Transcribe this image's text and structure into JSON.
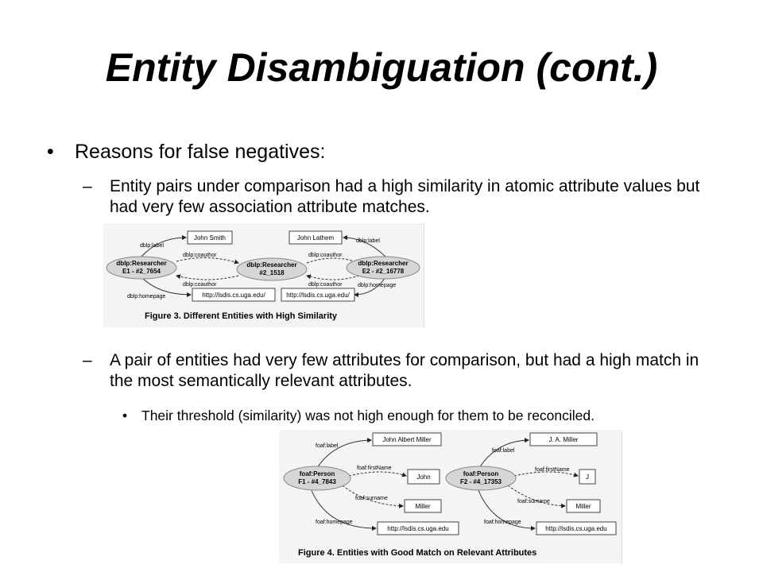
{
  "title": "Entity Disambiguation (cont.)",
  "bullet1": "Reasons for false negatives:",
  "dash1": "Entity pairs under comparison had a high similarity in atomic attribute values but had very few association attribute matches.",
  "dash2": "A pair of entities had very few attributes for comparison, but had a high match in the most semantically relevant attributes.",
  "sub1": "Their threshold (similarity) was not high enough for them to be reconciled.",
  "marks": {
    "bullet": "•",
    "dash": "–",
    "sub": "•"
  },
  "figure3": {
    "nodes": {
      "left_type": "dblp:Researcher",
      "left_id": "E1 - #2_7654",
      "mid_type": "dblp:Researcher",
      "mid_id": "#2_1518",
      "right_type": "dblp:Researcher",
      "right_id": "E2 - #2_16778"
    },
    "boxes": {
      "label_left": "John Smith",
      "label_right": "John Lathem",
      "url_left": "http://lsdis.cs.uga.edu/",
      "url_right": "http://lsdis.cs.uga.edu/"
    },
    "edges": {
      "label": "dblp:label",
      "coauthor": "dblp:coauthor",
      "homepage": "dblp:homepage"
    },
    "caption": "Figure 3. Different Entities with High Similarity"
  },
  "figure4": {
    "nodes": {
      "left_type": "foaf:Person",
      "left_id": "F1 - #4_7843",
      "right_type": "foaf:Person",
      "right_id": "F2 - #4_17353"
    },
    "boxes": {
      "label_left": "John Albert Miller",
      "label_right": "J. A. Miller",
      "first_left": "John",
      "first_right": "J",
      "surname_left": "Miller",
      "surname_right": "Miller",
      "url_left": "http://lsdis.cs.uga.edu",
      "url_right": "http://lsdis.cs.uga.edu"
    },
    "edges": {
      "label": "foaf:label",
      "firstname": "foaf:firstName",
      "surname": "foaf:surname",
      "homepage": "foaf:homepage"
    },
    "caption": "Figure 4. Entities with Good Match on Relevant Attributes"
  }
}
